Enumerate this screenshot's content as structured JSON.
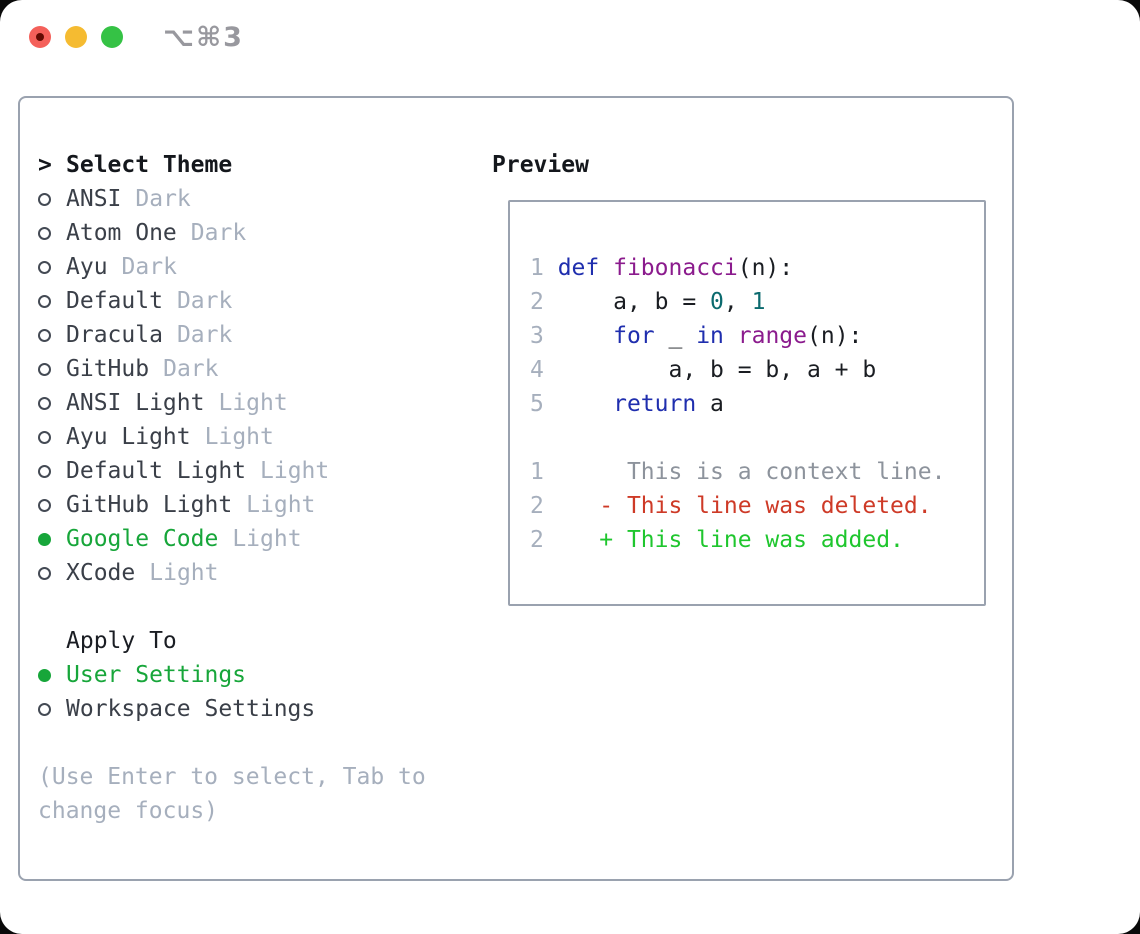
{
  "window": {
    "shortcut": "⌥⌘3"
  },
  "sidebar": {
    "title_prefix": ">",
    "title": "Select Theme",
    "themes": [
      {
        "name": "ANSI",
        "variant": "Dark",
        "selected": false
      },
      {
        "name": "Atom One",
        "variant": "Dark",
        "selected": false
      },
      {
        "name": "Ayu",
        "variant": "Dark",
        "selected": false
      },
      {
        "name": "Default",
        "variant": "Dark",
        "selected": false
      },
      {
        "name": "Dracula",
        "variant": "Dark",
        "selected": false
      },
      {
        "name": "GitHub",
        "variant": "Dark",
        "selected": false
      },
      {
        "name": "ANSI Light",
        "variant": "Light",
        "selected": false
      },
      {
        "name": "Ayu Light",
        "variant": "Light",
        "selected": false
      },
      {
        "name": "Default Light",
        "variant": "Light",
        "selected": false
      },
      {
        "name": "GitHub Light",
        "variant": "Light",
        "selected": false
      },
      {
        "name": "Google Code",
        "variant": "Light",
        "selected": true
      },
      {
        "name": "XCode",
        "variant": "Light",
        "selected": false
      }
    ],
    "apply_to": {
      "label": "Apply To",
      "options": [
        {
          "name": "User Settings",
          "selected": true
        },
        {
          "name": "Workspace Settings",
          "selected": false
        }
      ]
    },
    "hint_lines": [
      "(Use Enter to select, Tab to",
      "change focus)"
    ]
  },
  "preview": {
    "title": "Preview",
    "code_lines": [
      [
        {
          "t": "1 ",
          "c": "ln"
        },
        {
          "t": "def",
          "c": "kw"
        },
        {
          "t": " ",
          "c": "pln"
        },
        {
          "t": "fibonacci",
          "c": "fn"
        },
        {
          "t": "(n):",
          "c": "pln"
        }
      ],
      [
        {
          "t": "2 ",
          "c": "ln"
        },
        {
          "t": "    a, b = ",
          "c": "pln"
        },
        {
          "t": "0",
          "c": "num"
        },
        {
          "t": ", ",
          "c": "pln"
        },
        {
          "t": "1",
          "c": "num"
        }
      ],
      [
        {
          "t": "3 ",
          "c": "ln"
        },
        {
          "t": "    ",
          "c": "pln"
        },
        {
          "t": "for",
          "c": "kw"
        },
        {
          "t": " _ ",
          "c": "pln"
        },
        {
          "t": "in",
          "c": "kw"
        },
        {
          "t": " ",
          "c": "pln"
        },
        {
          "t": "range",
          "c": "fn"
        },
        {
          "t": "(n):",
          "c": "pln"
        }
      ],
      [
        {
          "t": "4 ",
          "c": "ln"
        },
        {
          "t": "        a, b = b, a + b",
          "c": "pln"
        }
      ],
      [
        {
          "t": "5 ",
          "c": "ln"
        },
        {
          "t": "    ",
          "c": "pln"
        },
        {
          "t": "return",
          "c": "kw"
        },
        {
          "t": " a",
          "c": "pln"
        }
      ],
      [],
      [
        {
          "t": "1 ",
          "c": "ln"
        },
        {
          "t": "     This is a context line.",
          "c": "ctx"
        }
      ],
      [
        {
          "t": "2 ",
          "c": "ln"
        },
        {
          "t": "   - This line was deleted.",
          "c": "del"
        }
      ],
      [
        {
          "t": "2 ",
          "c": "ln"
        },
        {
          "t": "   + This line was added.",
          "c": "add"
        }
      ]
    ]
  },
  "colors": {
    "green_selected": "#17a63a",
    "green_added": "#1fc62e",
    "red_deleted": "#ce3a27",
    "kw": "#1f2eae",
    "fn": "#8b1b8d",
    "num": "#0b6a6e",
    "ink": "#14171c",
    "name": "#3a3f48",
    "muted": "#a6afbd",
    "ctx": "#8d939c",
    "border": "#9aa2af",
    "tl_red": "#f4605a",
    "tl_red_dot": "#620b03",
    "tl_yellow": "#f5bb31",
    "tl_green": "#35c245",
    "shortcut": "#98989e"
  }
}
